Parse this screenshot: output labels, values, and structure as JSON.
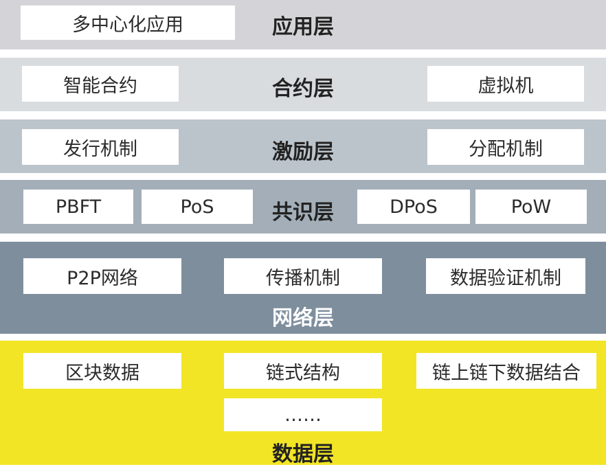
{
  "colors": {
    "application": "#d4d4d8",
    "contract": "#d9dcdf",
    "incentive": "#bcc4cb",
    "consensus": "#a3aeb8",
    "network": "#7e8e9d",
    "data": "#f2e526",
    "title_dark": "#222222",
    "title_light": "#ffffff"
  },
  "layers": {
    "application": {
      "title": "应用层",
      "items": [
        "多中心化应用"
      ]
    },
    "contract": {
      "title": "合约层",
      "items": [
        "智能合约",
        "虚拟机"
      ]
    },
    "incentive": {
      "title": "激励层",
      "items": [
        "发行机制",
        "分配机制"
      ]
    },
    "consensus": {
      "title": "共识层",
      "items": [
        "PBFT",
        "PoS",
        "DPoS",
        "PoW"
      ]
    },
    "network": {
      "title": "网络层",
      "items": [
        "P2P网络",
        "传播机制",
        "数据验证机制"
      ]
    },
    "data": {
      "title": "数据层",
      "items": [
        "区块数据",
        "链式结构",
        "链上链下数据结合",
        "……"
      ]
    }
  }
}
